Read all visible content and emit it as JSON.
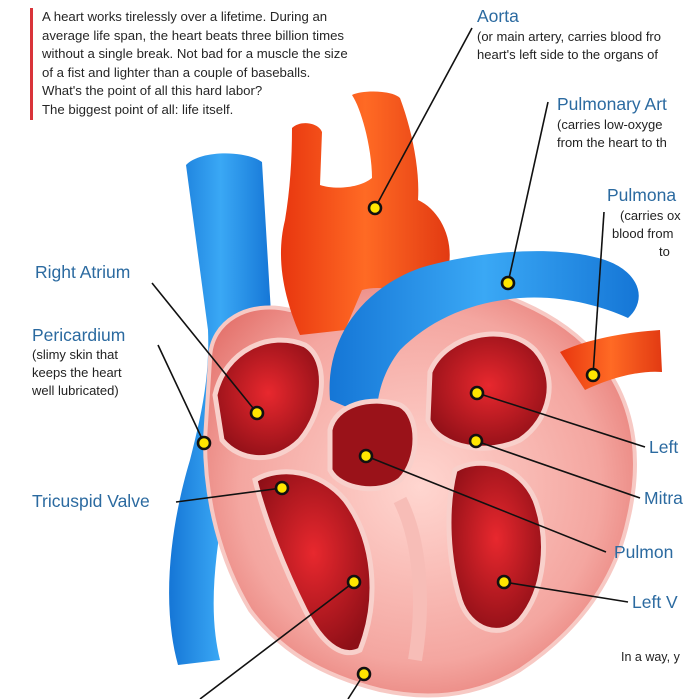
{
  "intro": {
    "lines": [
      "A heart works tirelessly over a lifetime. During an",
      "average life span, the heart beats three billion times",
      "without a single break. Not bad for a muscle the size",
      "of a fist and lighter than a couple of baseballs.",
      "What's the point of all this hard labor?",
      "The biggest point of all: life itself."
    ]
  },
  "labels": {
    "aorta": "Aorta",
    "aorta_desc_1": "(or main artery, carries blood fro",
    "aorta_desc_2": "heart's left side to the organs of",
    "pulm_artery": "Pulmonary Art",
    "pulm_artery_desc_1": "(carries low-oxyge",
    "pulm_artery_desc_2": "from the heart to th",
    "pulm_vein": "Pulmona",
    "pulm_vein_desc_1": "(carries ox",
    "pulm_vein_desc_2": "blood from",
    "pulm_vein_desc_3": "to",
    "right_atrium": "Right Atrium",
    "pericardium": "Pericardium",
    "pericardium_desc_1": "(slimy skin that",
    "pericardium_desc_2": "keeps the heart",
    "pericardium_desc_3": "well lubricated)",
    "tricuspid": "Tricuspid Valve",
    "left_atrium": "Left",
    "mitral": "Mitra",
    "pulm_valve": "Pulmon",
    "left_ventricle": "Left V"
  },
  "footer": "In a way, y",
  "colors": {
    "label_blue": "#2b6aa0",
    "accent_red": "#d9343a",
    "vein_blue": "#1c8ee0",
    "artery_red": "#f0491c",
    "marker_yellow": "#ffe600"
  }
}
